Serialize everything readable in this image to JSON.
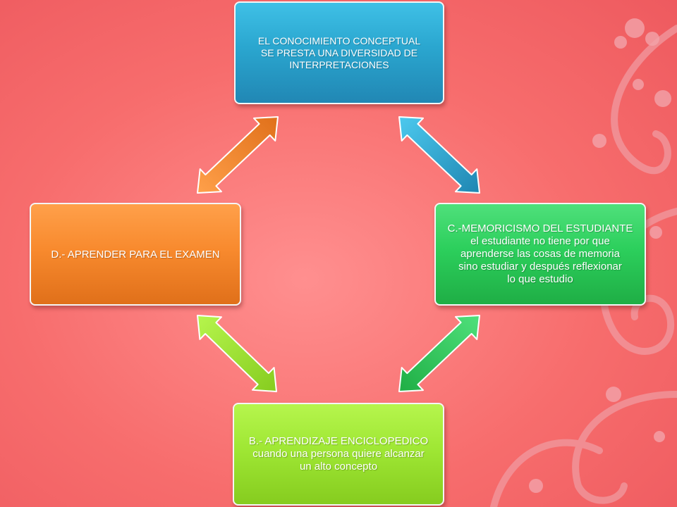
{
  "nodes": {
    "top": [
      "EL CONOCIMIENTO CONCEPTUAL",
      "SE PRESTA UNA DIVERSIDAD DE",
      "INTERPRETACIONES"
    ],
    "right": [
      "C.-MEMORICISMO DEL ESTUDIANTE",
      "el estudiante no tiene por que",
      "aprenderse las cosas de memoria",
      "sino estudiar y después reflexionar",
      "lo que estudio"
    ],
    "bottom": [
      "B.- APRENDIZAJE ENCICLOPEDICO",
      "cuando una persona quiere alcanzar",
      "un alto concepto"
    ],
    "left": [
      "D.- APRENDER PARA EL EXAMEN"
    ]
  },
  "colors": {
    "top": "#2aa6cf",
    "right": "#2ccf5c",
    "bottom": "#9fe734",
    "left": "#f88a2e",
    "arrow_top_right": "#2aa6cf",
    "arrow_right_bottom": "#23c455",
    "arrow_bottom_left": "#9fe734",
    "arrow_left_top": "#f88a2e"
  }
}
